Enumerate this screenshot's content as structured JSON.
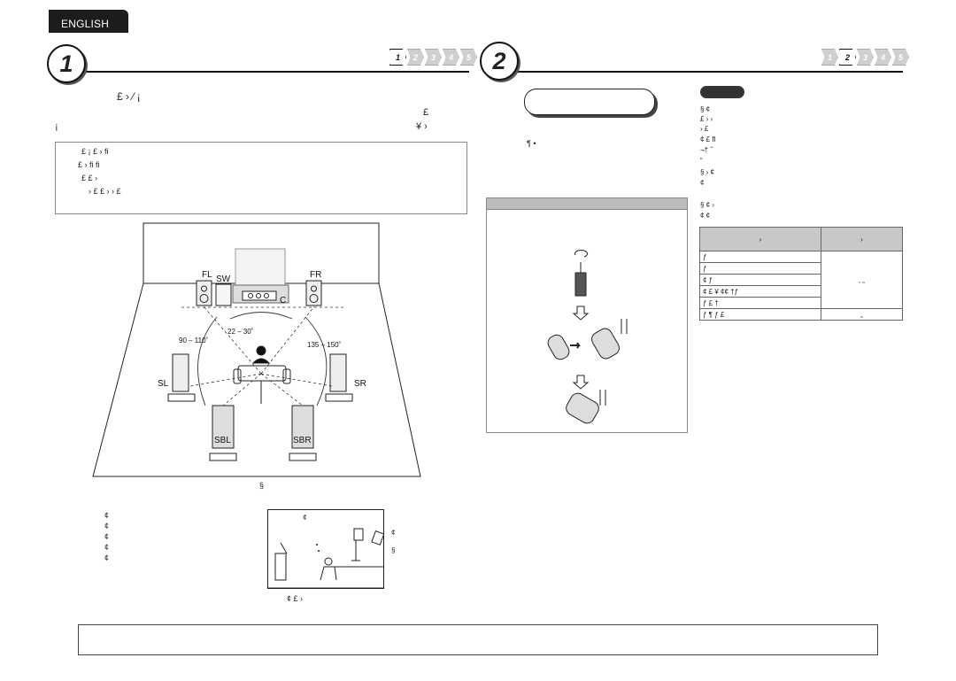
{
  "header": {
    "language": "ENGLISH"
  },
  "left": {
    "step_number": "1",
    "steps": [
      "1",
      "2",
      "3",
      "4",
      "5"
    ],
    "line1": "£ ›  ⁄      ¡",
    "line2_right": "£",
    "line3_left": "¡",
    "line3_right": "¥ ›",
    "note_lines": [
      "£                         ¡                                                  £ ›      fi",
      "£ › fi                                fi",
      "                                          £              £                       ›",
      "›          £                                              £ ›           ›                          £"
    ],
    "diagram_labels": {
      "fl": "FL",
      "fr": "FR",
      "sw": "SW",
      "c": "C",
      "sl": "SL",
      "sr": "SR",
      "sbl": "SBL",
      "sbr": "SBR",
      "angle_front": "22 – 30˚",
      "angle_side": "90 – 110˚",
      "angle_back": "135 – 150˚"
    },
    "diagram_caption": "§",
    "bullets": [
      "¢",
      "¢",
      "¢",
      "¢",
      "¢"
    ],
    "side_diagram": {
      "top": "¢",
      "right1": "¢",
      "right2": "§",
      "caption": "¢  £ ›"
    }
  },
  "right": {
    "step_number": "2",
    "steps": [
      "1",
      "2",
      "3",
      "4",
      "5"
    ],
    "callout_text": "",
    "line_a": "¶      •",
    "notes": [
      "§                                                                   ¢",
      "                                       £ ›                        ›",
      "                                  ›                                  £",
      "        ¢                                             £     ﬂ",
      "                                          ¬†         ˝",
      "        “",
      "§                                                  ›            ¢",
      "     ¢",
      "§                              ¢                           ›",
      "     ¢     ¢"
    ],
    "table": {
      "headers": [
        "›",
        "›"
      ],
      "rows": [
        "ƒ",
        "ƒ",
        "¢    ƒ",
        "¢    £    ¥    ¢¢ †ƒ",
        "   ƒ  £    †",
        "   ƒ    ¶    ƒ  £"
      ],
      "merged_value": "‚  „",
      "last_value": "„"
    }
  }
}
